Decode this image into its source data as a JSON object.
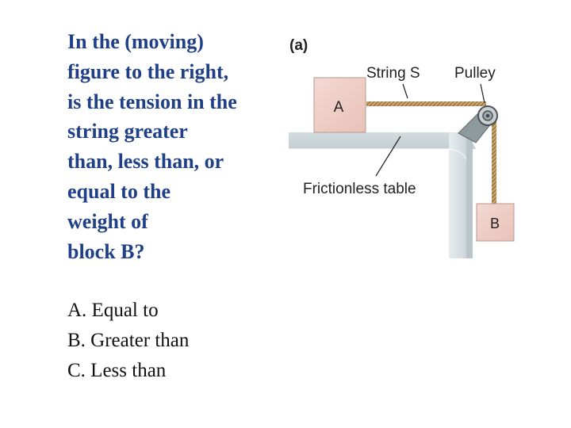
{
  "question": {
    "lines": [
      "In the (moving)",
      "figure to the right,",
      "is the tension in the",
      "string greater",
      "than, less than, or",
      "equal to  the",
      "weight of",
      "block B?"
    ]
  },
  "options": [
    "A. Equal to",
    "B. Greater than",
    "C. Less than"
  ],
  "figure": {
    "panel_label": "(a)",
    "string_label": "String S",
    "pulley_label": "Pulley",
    "table_label": "Frictionless table",
    "block_a": "A",
    "block_b": "B"
  }
}
